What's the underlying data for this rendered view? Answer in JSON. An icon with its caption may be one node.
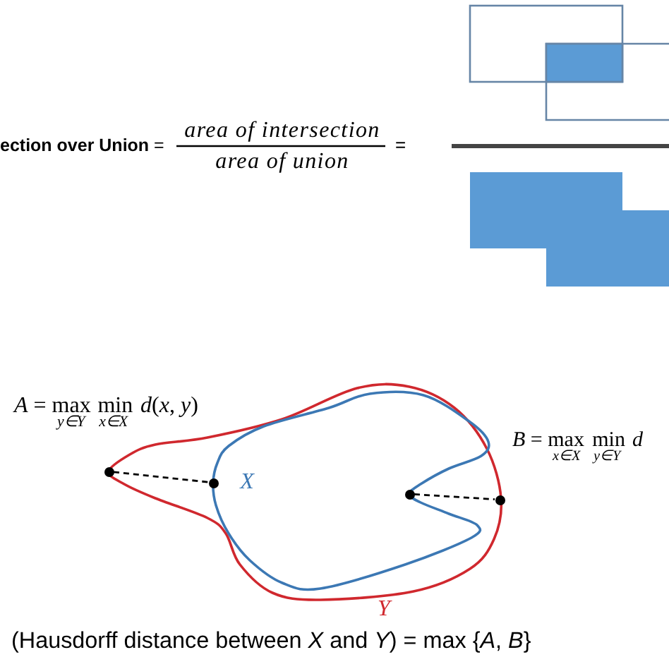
{
  "diagram": {
    "nodes": [
      {
        "text": [
          "Y"
        ]
      },
      {
        "text": [
          "X"
        ],
        "in": 0
      },
      {
        "text": [],
        "shape": "circle"
      },
      {
        "text": [],
        "shape": "circle",
        "in": 0
      },
      {
        "text": [],
        "shape": "circle",
        "in": 1
      },
      {
        "text": [],
        "shape": "circle"
      }
    ],
    "edges": [
      {
        "from": 2,
        "to": 3,
        "arrow": "none",
        "style": "dashed"
      },
      {
        "from": 4,
        "to": 5,
        "arrow": "none",
        "style": "dashed"
      }
    ],
    "labels": [
      "**ection over Union** =",
      "area of intersection",
      "area of union",
      "=",
      "*A* = max$_{y∈Y}$ min$_{x∈X}$ *d*(*x*, *y*)",
      "*B* = max$_{x∈X}$ min$_{y∈Y}$ *d*",
      "(Hausdorff distance between *X* and *Y*) = max {*A*, *B*}"
    ]
  }
}
